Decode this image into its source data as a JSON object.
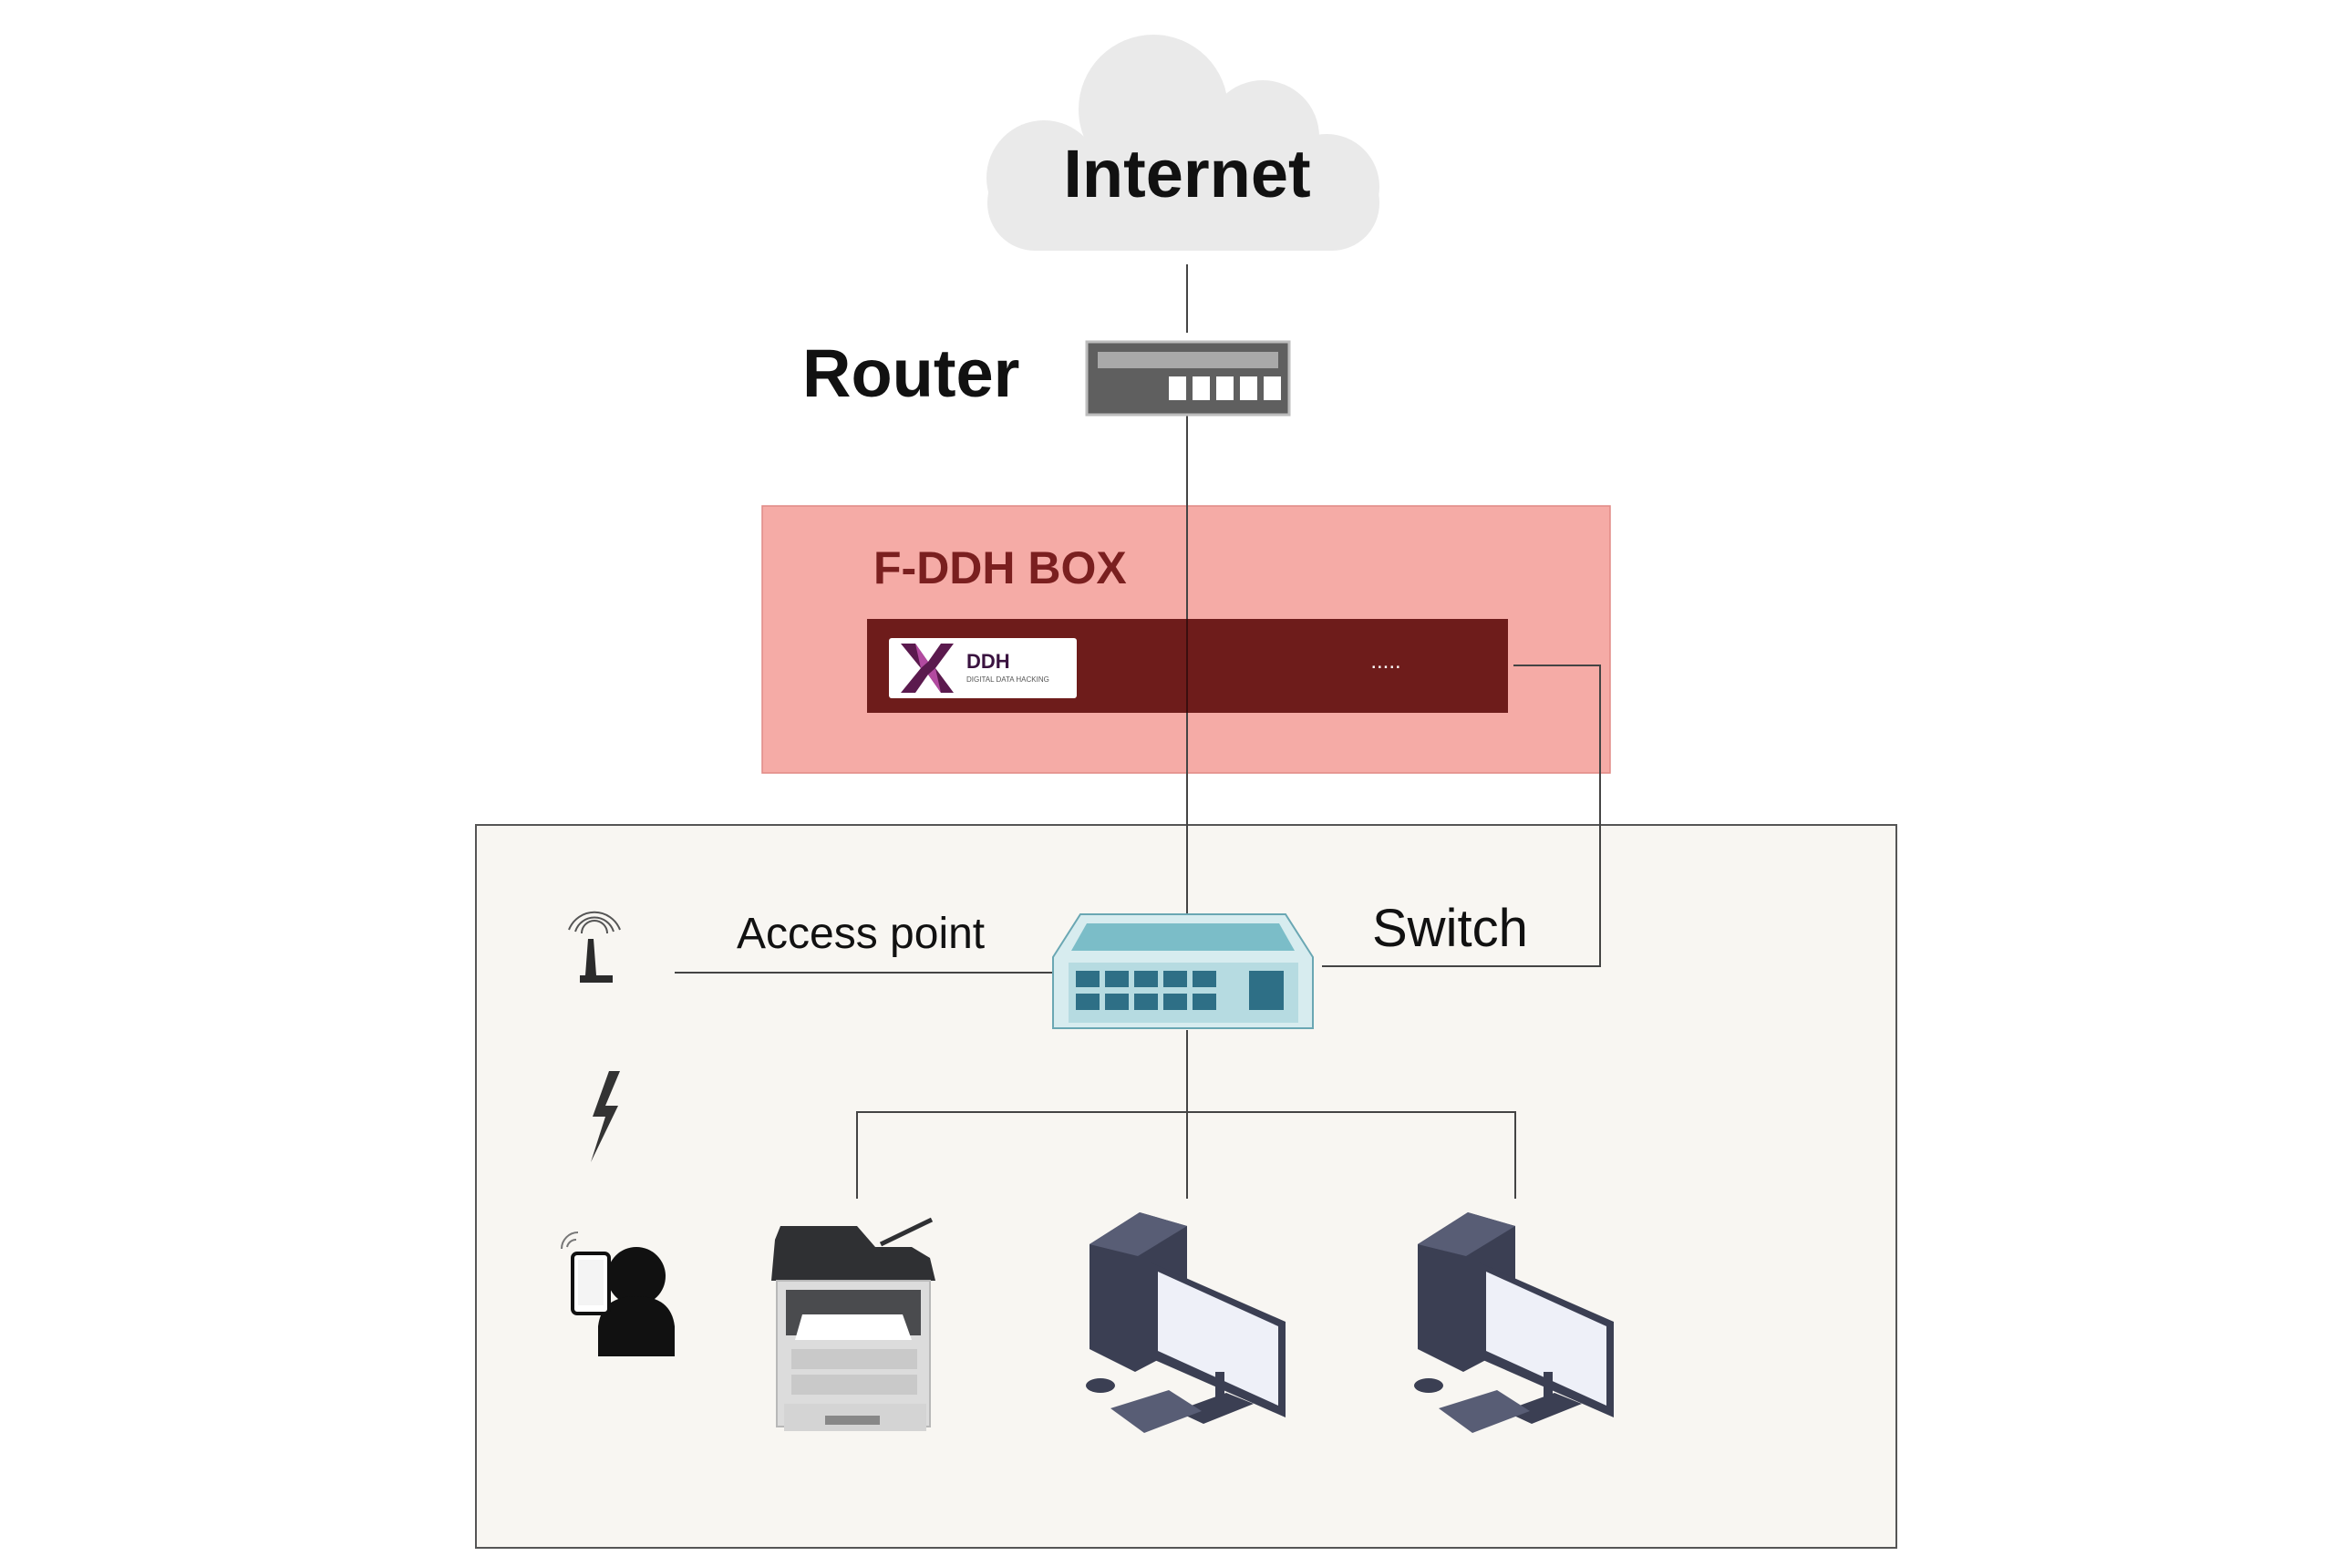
{
  "cloud": {
    "label": "Internet"
  },
  "router": {
    "label": "Router"
  },
  "box": {
    "label": "F-DDH BOX",
    "logo_title": "DDH",
    "logo_subtitle": "DIGITAL DATA HACKING",
    "port_dots": "....."
  },
  "network": {
    "switch_label": "Switch",
    "access_point_label": "Access point"
  },
  "colors": {
    "box_bg": "#f5aba6",
    "device_bar": "#6e1c1b",
    "lan_bg": "#f8f6f2",
    "switch_top": "#7bbdc8",
    "switch_body": "#d7ecef"
  },
  "icons": [
    "cloud-icon",
    "router-icon",
    "ddh-logo-icon",
    "switch-icon",
    "access-point-icon",
    "lightning-icon",
    "user-with-tablet-icon",
    "printer-icon",
    "desktop-computer-icon"
  ]
}
